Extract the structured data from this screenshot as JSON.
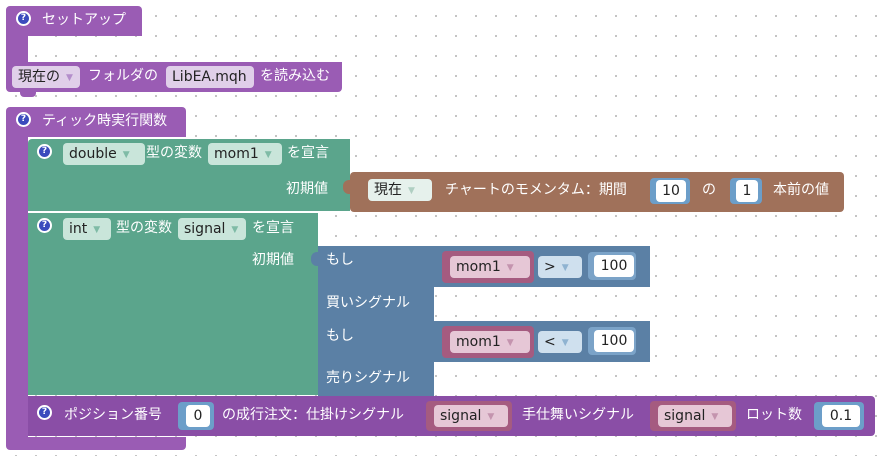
{
  "setup_block": {
    "title": "セットアップ",
    "load_prefix_dropdown": "現在の",
    "load_text_1": "フォルダの",
    "load_file": "LibEA.mqh",
    "load_text_2": "を読み込む"
  },
  "tick_block": {
    "title": "ティック時実行関数",
    "var1": {
      "type_dropdown": "double",
      "text_type": "型の変数",
      "name_dropdown": "mom1",
      "text_declare": "を宣言",
      "init_label": "初期値",
      "momentum": {
        "when_dropdown": "現在",
        "label": "チャートのモメンタム：期間",
        "period": "10",
        "text_of": "の",
        "shift": "1",
        "text_bars": "本前の値"
      }
    },
    "var2": {
      "type_dropdown": "int",
      "text_type": "型の変数",
      "name_dropdown": "signal",
      "text_declare": "を宣言",
      "init_label": "初期値",
      "if1": {
        "label": "もし",
        "var_dropdown": "mom1",
        "op_dropdown": ">",
        "value": "100",
        "result_label": "買いシグナル"
      },
      "if2": {
        "label": "もし",
        "var_dropdown": "mom1",
        "op_dropdown": "<",
        "value": "100",
        "result_label": "売りシグナル"
      }
    },
    "order": {
      "label_position": "ポジション番号",
      "position": "0",
      "label_order": "の成行注文：仕掛けシグナル",
      "entry_signal": "signal",
      "label_exit": "手仕舞いシグナル",
      "exit_signal": "signal",
      "label_lots": "ロット数",
      "lots": "0.1"
    }
  },
  "colors": {
    "procedure": "#9a5cb4",
    "variable": "#5ba58c",
    "indicator": "#a0715a",
    "logic": "#5b80a5",
    "math": "#a55b80"
  },
  "icons": {
    "help": "help-icon",
    "dropdown": "dropdown-arrow-icon"
  }
}
